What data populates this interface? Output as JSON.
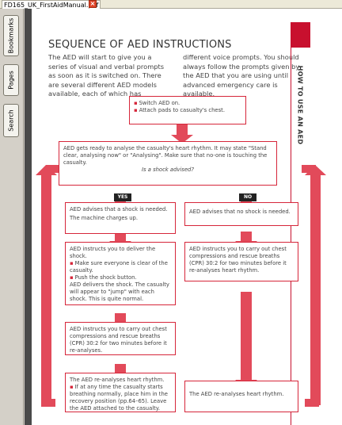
{
  "tabbar": {
    "filename": "FD165_UK_FirstAidManual.pdf",
    "close_icon": "close-icon"
  },
  "leftnav": {
    "tabs": [
      "Bookmarks",
      "Pages",
      "Search"
    ]
  },
  "page": {
    "title": "SEQUENCE OF AED INSTRUCTIONS",
    "intro_left": "The AED will start to give you a series of visual and verbal prompts as soon as it is switched on. There are several different AED models available, each of which has",
    "intro_right": "different voice prompts. You should always follow the prompts given by the AED that you are using until advanced emergency care is available.",
    "sidebar_label": "HOW TO USE AN AED"
  },
  "flow": {
    "start": [
      "Switch AED on.",
      "Attach pads to casualty's chest."
    ],
    "analyse": "AED gets ready to analyse the casualty's heart rhythm. It may state \"Stand clear, analysing now\" or \"Analysing\". Make sure that no-one is touching the casualty.",
    "question": "Is a shock advised?",
    "yes": "YES",
    "no": "NO",
    "shock_needed": [
      "AED advises that a shock is needed.",
      "The machine charges up."
    ],
    "no_shock": "AED advises that no shock is needed.",
    "deliver_intro": "AED instructs you to deliver the shock.",
    "deliver_bullets": [
      "Make sure everyone is clear of the casualty.",
      "Push the shock button."
    ],
    "deliver_outro": "AED delivers the shock. The casualty will appear to \"jump\" with each shock. This is quite normal.",
    "cpr_yes": "AED instructs you to carry out chest compressions and rescue breaths (CPR) 30:2 for two minutes before it re-analyses.",
    "cpr_no": "AED instructs you to carry out chest compressions and rescue breaths (CPR) 30:2 for two minutes before it re-analyses heart rhythm.",
    "reanalyse_yes_intro": "The AED re-analyses heart rhythm.",
    "reanalyse_yes_bullet": "If at any time the casualty starts breathing normally, place him in the recovery position (pp.64–65). Leave the AED attached to the casualty.",
    "reanalyse_no": "The AED re-analyses heart rhythm."
  },
  "colors": {
    "accent": "#d6263a",
    "brand_red": "#c8102e"
  }
}
